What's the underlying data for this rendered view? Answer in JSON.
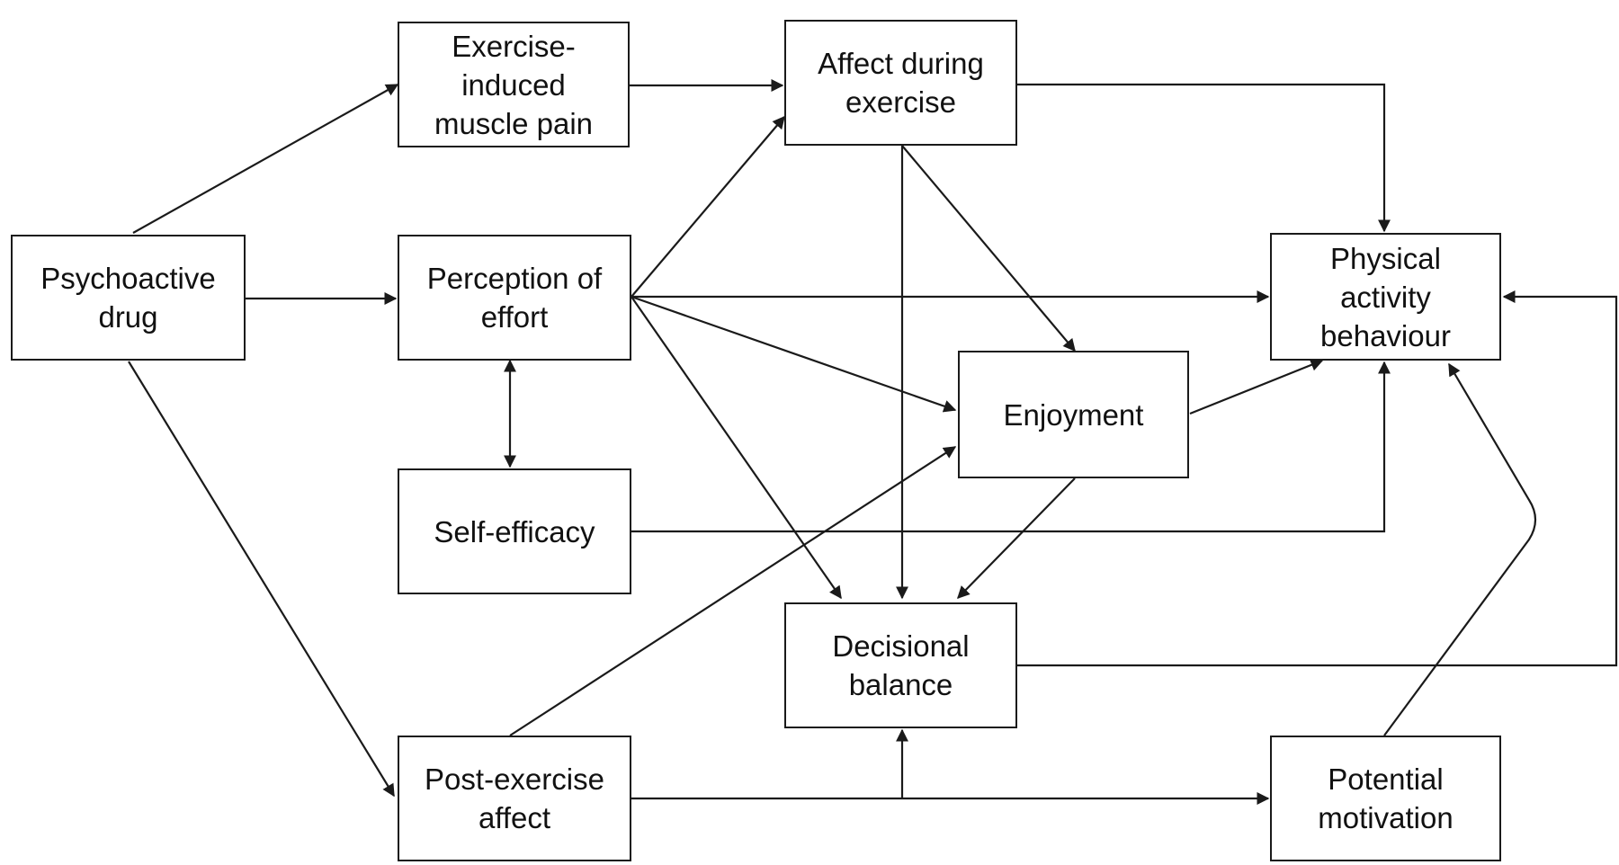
{
  "diagram": {
    "nodes": {
      "psychoactive_drug": "Psychoactive\ndrug",
      "exercise_pain": "Exercise-\ninduced\nmuscle pain",
      "perception_effort": "Perception of\neffort",
      "self_efficacy": "Self-efficacy",
      "post_affect": "Post-exercise\naffect",
      "affect_during": "Affect during\nexercise",
      "enjoyment": "Enjoyment",
      "decisional_balance": "Decisional\nbalance",
      "physical_activity": "Physical\nactivity\nbehaviour",
      "potential_motivation": "Potential\nmotivation"
    },
    "edges": [
      {
        "from": "psychoactive_drug",
        "to": "exercise_pain"
      },
      {
        "from": "psychoactive_drug",
        "to": "perception_effort"
      },
      {
        "from": "psychoactive_drug",
        "to": "post_affect"
      },
      {
        "from": "exercise_pain",
        "to": "affect_during"
      },
      {
        "from": "perception_effort",
        "to": "affect_during"
      },
      {
        "from": "perception_effort",
        "to": "physical_activity"
      },
      {
        "from": "perception_effort",
        "to": "enjoyment"
      },
      {
        "from": "perception_effort",
        "to": "decisional_balance"
      },
      {
        "from": "perception_effort",
        "to": "self_efficacy",
        "bidirectional": true
      },
      {
        "from": "affect_during",
        "to": "physical_activity"
      },
      {
        "from": "affect_during",
        "to": "enjoyment"
      },
      {
        "from": "affect_during",
        "to": "decisional_balance"
      },
      {
        "from": "enjoyment",
        "to": "physical_activity"
      },
      {
        "from": "enjoyment",
        "to": "decisional_balance"
      },
      {
        "from": "self_efficacy",
        "to": "physical_activity"
      },
      {
        "from": "post_affect",
        "to": "enjoyment"
      },
      {
        "from": "post_affect",
        "to": "decisional_balance"
      },
      {
        "from": "post_affect",
        "to": "potential_motivation"
      },
      {
        "from": "decisional_balance",
        "to": "physical_activity"
      },
      {
        "from": "potential_motivation",
        "to": "physical_activity"
      }
    ]
  }
}
